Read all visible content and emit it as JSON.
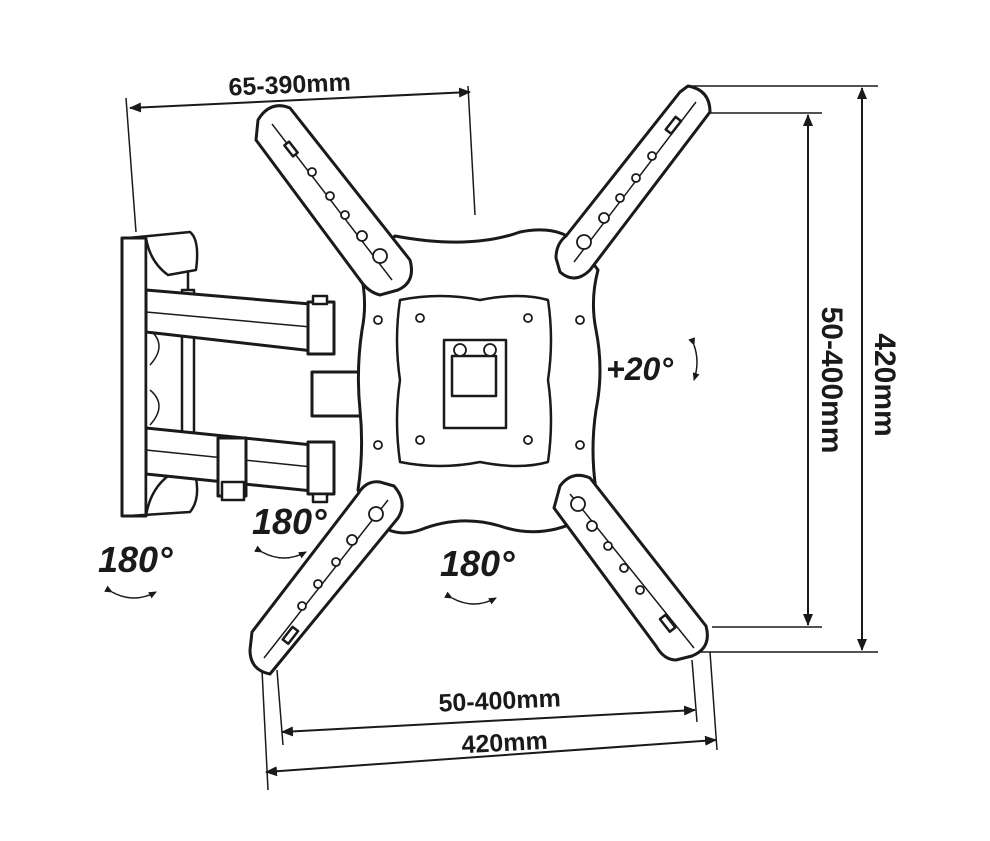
{
  "dimensions": {
    "arm_extension": "65-390mm",
    "vesa_vertical": "50-400mm",
    "height_overall": "420mm",
    "vesa_horizontal": "50-400mm",
    "width_overall": "420mm"
  },
  "rotations": {
    "tilt": "+20°",
    "swivel_wall": "180°",
    "swivel_arm": "180°",
    "swivel_plate": "180°"
  },
  "colors": {
    "line": "#1a1a1a",
    "background": "#ffffff"
  }
}
